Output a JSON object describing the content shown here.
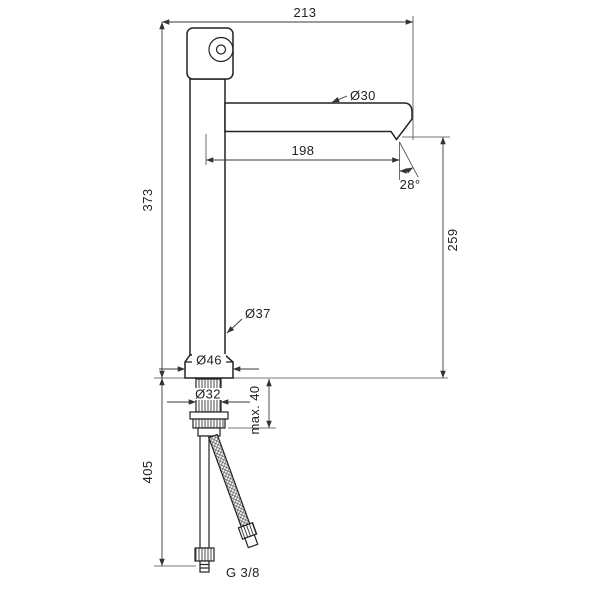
{
  "drawing": {
    "background": "#ffffff",
    "line_color": "#2b2b2b",
    "labels": {
      "overall_depth": "213",
      "spout_diameter": "Ø30",
      "spout_reach": "198",
      "spout_angle": "28°",
      "total_height": "373",
      "outlet_height": "259",
      "body_diameter": "Ø37",
      "base_diameter": "Ø46",
      "shank_diameter": "Ø32",
      "max_mounting_thickness": "max. 40",
      "hose_length": "405",
      "connection_thread": "G 3/8"
    }
  }
}
